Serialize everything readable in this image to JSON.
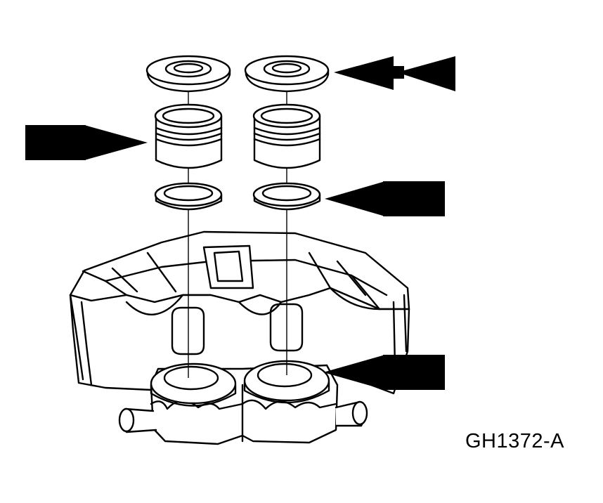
{
  "figure": {
    "code": "GH1372-A"
  },
  "colors": {
    "ink": "#000000",
    "paper": "#ffffff"
  },
  "callouts": [
    {
      "icon": "double-arrow-icon",
      "points_to": "dust-boot-right"
    },
    {
      "icon": "double-arrow-icon",
      "points_to": "piston-left"
    },
    {
      "icon": "double-arrow-icon",
      "points_to": "piston-seal-right"
    },
    {
      "icon": "double-arrow-icon",
      "points_to": "caliper-bore-right"
    }
  ]
}
